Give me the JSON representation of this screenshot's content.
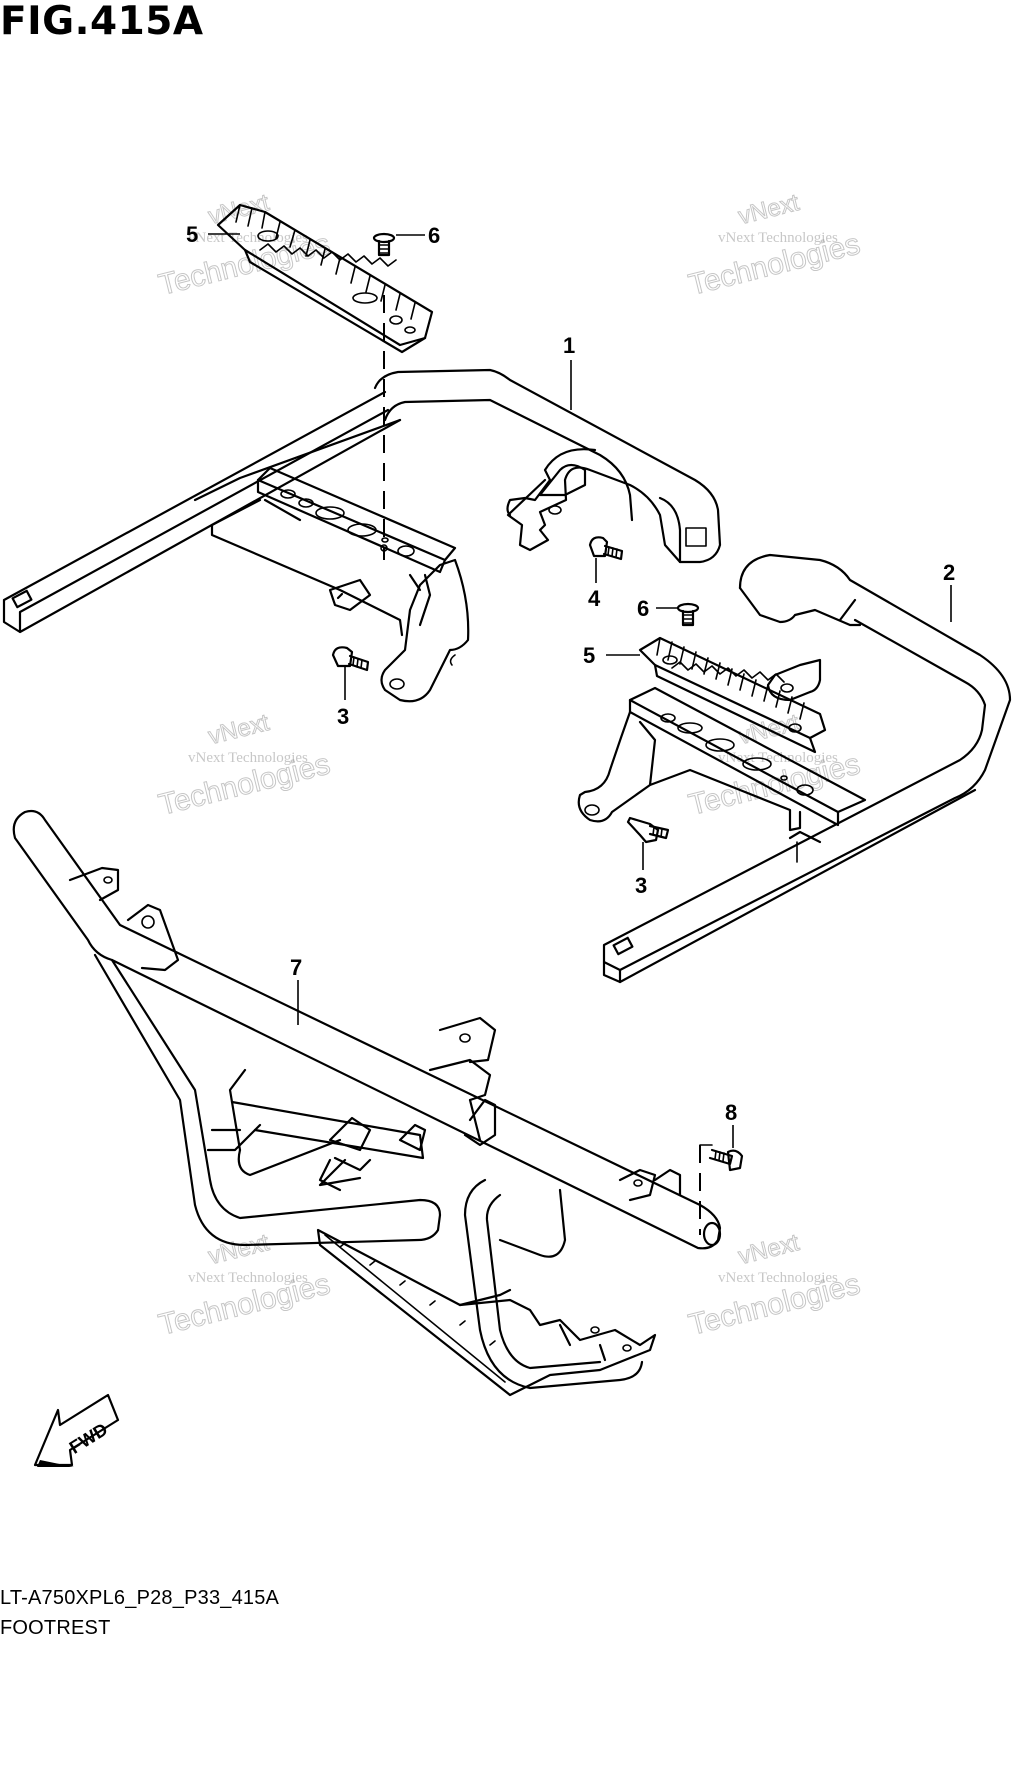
{
  "figure": {
    "title": "FIG.415A"
  },
  "callouts": [
    "1",
    "2",
    "3",
    "3",
    "4",
    "5",
    "5",
    "6",
    "6",
    "7",
    "8"
  ],
  "watermark": {
    "line1": "vNext Technologies",
    "line2": "Technologies",
    "line3": "vNext"
  },
  "fwd_label": "FWD",
  "footer": {
    "model_code": "LT-A750XPL6_P28_P33_415A",
    "part_name": "FOOTREST"
  }
}
